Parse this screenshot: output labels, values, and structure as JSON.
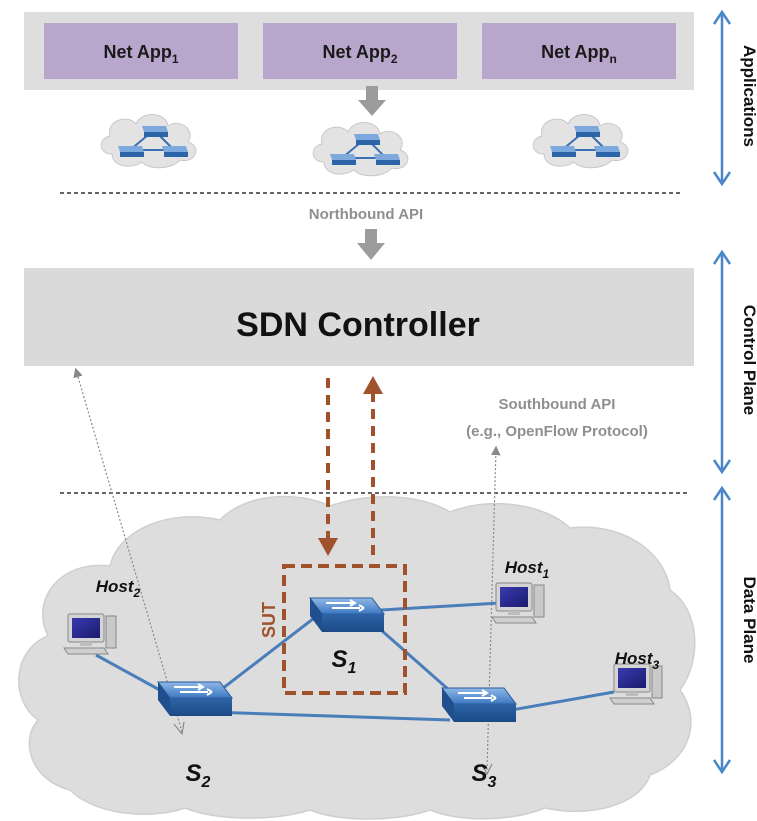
{
  "applications_layer": {
    "apps": [
      {
        "label": "Net App",
        "subscript": "1"
      },
      {
        "label": "Net App",
        "subscript": "2"
      },
      {
        "label": "Net App",
        "subscript": "n"
      }
    ]
  },
  "apis": {
    "northbound": "Northbound API",
    "southbound_line1": "Southbound API",
    "southbound_line2": "(e.g., OpenFlow Protocol)"
  },
  "controller": {
    "label": "SDN Controller"
  },
  "sut": {
    "label": "SUT"
  },
  "side_labels": {
    "applications": "Applications",
    "control_plane": "Control Plane",
    "data_plane": "Data Plane"
  },
  "switches": {
    "s1": {
      "letter": "S",
      "subscript": "1"
    },
    "s2": {
      "letter": "S",
      "subscript": "2"
    },
    "s3": {
      "letter": "S",
      "subscript": "3"
    }
  },
  "hosts": {
    "host1": {
      "label": "Host",
      "subscript": "1"
    },
    "host2": {
      "label": "Host",
      "subscript": "2"
    },
    "host3": {
      "label": "Host",
      "subscript": "3"
    }
  },
  "colors": {
    "app_box": "#b8a6cc",
    "layer_bg": "#dedede",
    "controller_bg": "#dadada",
    "gray_arrow": "#9c9c9c",
    "sut_brown": "#a0522d",
    "link_blue": "#4a7ebb",
    "side_arrow_blue": "#4a86c8",
    "cloud_fill": "#dddddd"
  }
}
